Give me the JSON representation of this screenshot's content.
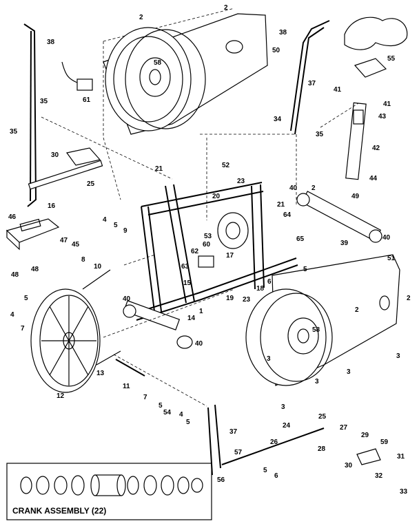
{
  "callouts": [
    {
      "id": "c2a",
      "text": "2"
    },
    {
      "id": "c2b",
      "text": "2"
    },
    {
      "id": "c38a",
      "text": "38"
    },
    {
      "id": "c38b",
      "text": "38"
    },
    {
      "id": "c50",
      "text": "50"
    },
    {
      "id": "c58a",
      "text": "58"
    },
    {
      "id": "c55",
      "text": "55"
    },
    {
      "id": "c37a",
      "text": "37"
    },
    {
      "id": "c61",
      "text": "61"
    },
    {
      "id": "c35a",
      "text": "35"
    },
    {
      "id": "c41a",
      "text": "41"
    },
    {
      "id": "c41b",
      "text": "41"
    },
    {
      "id": "c34",
      "text": "34"
    },
    {
      "id": "c35b",
      "text": "35"
    },
    {
      "id": "c43",
      "text": "43"
    },
    {
      "id": "c42",
      "text": "42"
    },
    {
      "id": "c35c",
      "text": "35"
    },
    {
      "id": "c30a",
      "text": "30"
    },
    {
      "id": "c25",
      "text": "25"
    },
    {
      "id": "c21a",
      "text": "21"
    },
    {
      "id": "c52",
      "text": "52"
    },
    {
      "id": "c23a",
      "text": "23"
    },
    {
      "id": "c44",
      "text": "44"
    },
    {
      "id": "c40a",
      "text": "40"
    },
    {
      "id": "c2c",
      "text": "2"
    },
    {
      "id": "c49",
      "text": "49"
    },
    {
      "id": "c20",
      "text": "20"
    },
    {
      "id": "c21b",
      "text": "21"
    },
    {
      "id": "c16",
      "text": "16"
    },
    {
      "id": "c46",
      "text": "46"
    },
    {
      "id": "c4a",
      "text": "4"
    },
    {
      "id": "c5a",
      "text": "5"
    },
    {
      "id": "c9",
      "text": "9"
    },
    {
      "id": "c64",
      "text": "64"
    },
    {
      "id": "c53",
      "text": "53"
    },
    {
      "id": "c60",
      "text": "60"
    },
    {
      "id": "c45",
      "text": "45"
    },
    {
      "id": "c47",
      "text": "47"
    },
    {
      "id": "c39",
      "text": "39"
    },
    {
      "id": "c40b",
      "text": "40"
    },
    {
      "id": "c65",
      "text": "65"
    },
    {
      "id": "c51",
      "text": "51"
    },
    {
      "id": "c62",
      "text": "62"
    },
    {
      "id": "c17",
      "text": "17"
    },
    {
      "id": "c8",
      "text": "8"
    },
    {
      "id": "c10",
      "text": "10"
    },
    {
      "id": "c63",
      "text": "63"
    },
    {
      "id": "c48a",
      "text": "48"
    },
    {
      "id": "c48b",
      "text": "48"
    },
    {
      "id": "c5b",
      "text": "5"
    },
    {
      "id": "c6a",
      "text": "6"
    },
    {
      "id": "c15",
      "text": "15"
    },
    {
      "id": "c19",
      "text": "19"
    },
    {
      "id": "c23b",
      "text": "23"
    },
    {
      "id": "c18",
      "text": "18"
    },
    {
      "id": "c2d",
      "text": "2"
    },
    {
      "id": "c5c",
      "text": "5"
    },
    {
      "id": "c4b",
      "text": "4"
    },
    {
      "id": "c7a",
      "text": "7"
    },
    {
      "id": "c40c",
      "text": "40"
    },
    {
      "id": "c14",
      "text": "14"
    },
    {
      "id": "c1",
      "text": "1"
    },
    {
      "id": "c2e",
      "text": "2"
    },
    {
      "id": "c58b",
      "text": "58"
    },
    {
      "id": "c40d",
      "text": "40"
    },
    {
      "id": "c3a",
      "text": "3"
    },
    {
      "id": "c3b",
      "text": "3"
    },
    {
      "id": "c3c",
      "text": "3"
    },
    {
      "id": "c3d",
      "text": "3"
    },
    {
      "id": "c3e",
      "text": "3"
    },
    {
      "id": "c13",
      "text": "13"
    },
    {
      "id": "c11",
      "text": "11"
    },
    {
      "id": "c12",
      "text": "12"
    },
    {
      "id": "c7b",
      "text": "7"
    },
    {
      "id": "c5d",
      "text": "5"
    },
    {
      "id": "c54",
      "text": "54"
    },
    {
      "id": "c4c",
      "text": "4"
    },
    {
      "id": "c5e",
      "text": "5"
    },
    {
      "id": "c24",
      "text": "24"
    },
    {
      "id": "c25b",
      "text": "25"
    },
    {
      "id": "c37b",
      "text": "37"
    },
    {
      "id": "c26",
      "text": "26"
    },
    {
      "id": "c27",
      "text": "27"
    },
    {
      "id": "c28",
      "text": "28"
    },
    {
      "id": "c29",
      "text": "29"
    },
    {
      "id": "c59",
      "text": "59"
    },
    {
      "id": "c57",
      "text": "57"
    },
    {
      "id": "c31",
      "text": "31"
    },
    {
      "id": "c30b",
      "text": "30"
    },
    {
      "id": "c5f",
      "text": "5"
    },
    {
      "id": "c6b",
      "text": "6"
    },
    {
      "id": "c56",
      "text": "56"
    },
    {
      "id": "c32",
      "text": "32"
    },
    {
      "id": "c33",
      "text": "33"
    }
  ],
  "inset": {
    "caption": "CRANK ASSEMBLY (22)"
  }
}
